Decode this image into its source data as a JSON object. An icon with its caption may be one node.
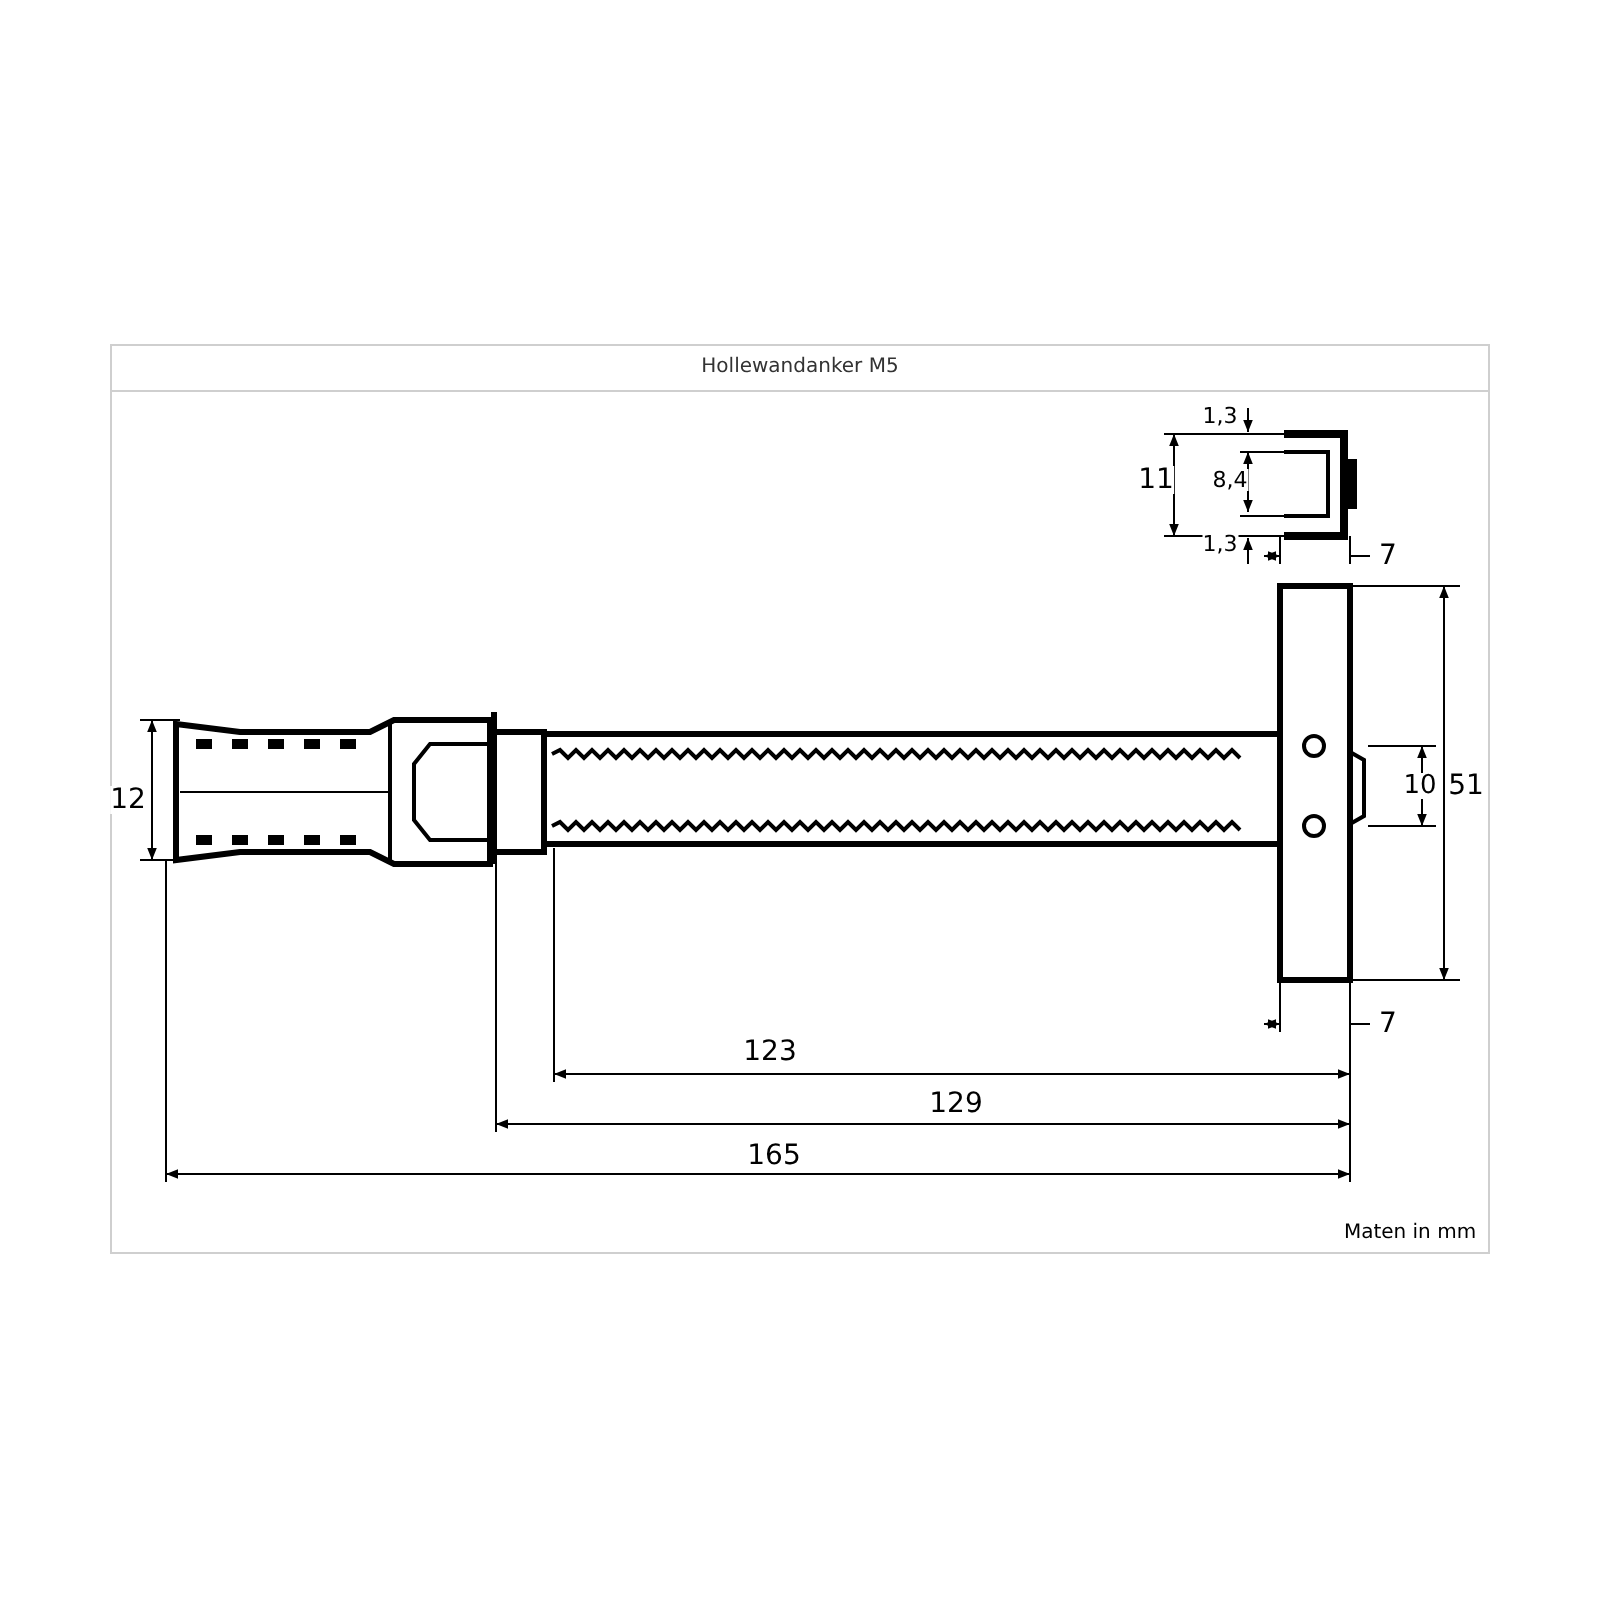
{
  "diagram": {
    "title": "Hollewandanker M5",
    "labels": [
      "1,3",
      "11",
      "8,4",
      "1,3",
      "7",
      "12",
      "10",
      "51",
      "7",
      "123",
      "129",
      "165",
      "Maten in mm"
    ]
  }
}
